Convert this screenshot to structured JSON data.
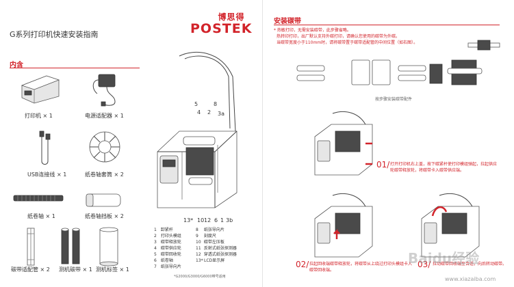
{
  "left": {
    "doc_title": "G系列打印机快速安装指南",
    "brand_cn": "博思得",
    "brand_en": "POSTEK",
    "contents_heading": "内含",
    "items": [
      {
        "label": "打印机 × 1"
      },
      {
        "label": "电源适配器 × 1"
      },
      {
        "label": "USB连接线 × 1"
      },
      {
        "label": "纸卷轴套筒 × 2"
      },
      {
        "label": "纸卷轴 × 1"
      },
      {
        "label": "纸卷轴挡板 × 2"
      },
      {
        "label": "碳带适配管 × 2"
      },
      {
        "label": "测机碳带 × 1"
      },
      {
        "label": "测机标签 × 1"
      }
    ],
    "callouts_top": [
      "5",
      "4",
      "2",
      "8",
      "3a"
    ],
    "callouts_bottom": [
      "13*",
      "10",
      "12",
      "6",
      "1",
      "3b"
    ],
    "legend": [
      {
        "num": "1",
        "text": "卸紧杆"
      },
      {
        "num": "2",
        "text": "打印头模组"
      },
      {
        "num": "3",
        "text": "碳带释放轮"
      },
      {
        "num": "4",
        "text": "碳带供应轮"
      },
      {
        "num": "5",
        "text": "碳带回收轮"
      },
      {
        "num": "6",
        "text": "纸卷轴"
      },
      {
        "num": "7",
        "text": "纸张导向片"
      },
      {
        "num": "8",
        "text": "纸张导向片"
      },
      {
        "num": "9",
        "text": "刻度尺"
      },
      {
        "num": "10",
        "text": "碳带左压板"
      },
      {
        "num": "11",
        "text": "反射式纸张探测器"
      },
      {
        "num": "12",
        "text": "穿透式纸张探测器"
      },
      {
        "num": "13*",
        "text": "LCD显示屏"
      }
    ],
    "footnote": "*G2000/G3000/G6000带号适用"
  },
  "right": {
    "section_heading": "安装碳带",
    "notes": [
      "* 热敏打印，无需安装碳带，此步骤省略。",
      "热转印打印，出厂默认支持外碳打印，请确认您使用的碳带为外碳。",
      "当碳带宽度小于110mm时，请将碳带置于碳带适配管的中间位置（如右图）。"
    ],
    "parts_caption": "按步骤安装碳带配件",
    "steps": [
      {
        "num": "01/",
        "text": "打开打印机右上盖，按下碳紧杆使打印模组弹起，拉起供应轮碳带释放轮，将碳带卡入碳带供应端。"
      },
      {
        "num": "02/",
        "text": "拉起回收端碳带释放轮，将碳带从上绕过打印头模组卡入碳带回收端。"
      },
      {
        "num": "03/",
        "text": "拉动碳带回收端至合适，向后转动碳带。"
      }
    ],
    "watermark_top": "Baidu经验",
    "watermark_bottom": "www.xiazaiba.com"
  },
  "colors": {
    "accent": "#d2232a",
    "text": "#333333",
    "muted": "#666666"
  }
}
